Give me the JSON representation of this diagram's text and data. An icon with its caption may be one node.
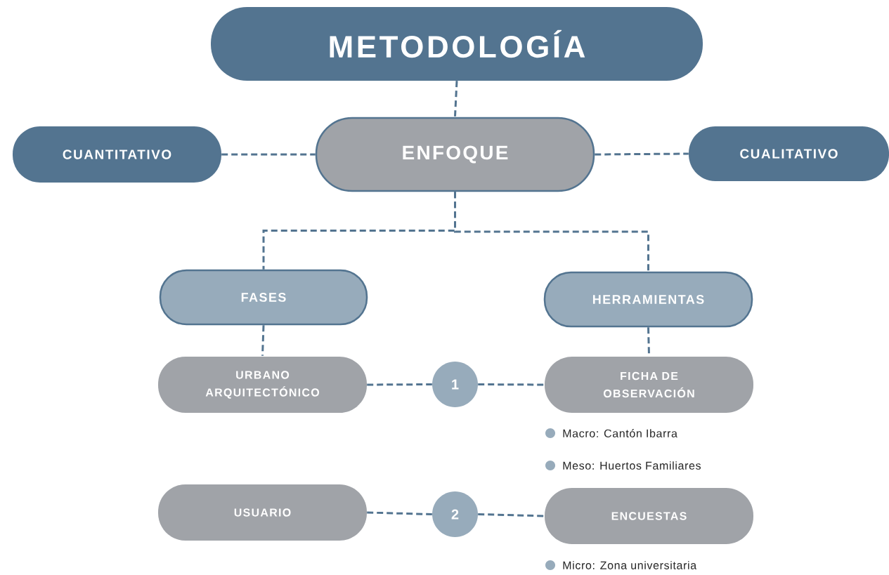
{
  "diagram": {
    "nodes": [
      {
        "text": [
          "METODOLOGÍA"
        ]
      },
      {
        "text": [
          "CUANTITATIVO"
        ]
      },
      {
        "text": [
          "ENFOQUE"
        ]
      },
      {
        "text": [
          "CUALITATIVO"
        ]
      },
      {
        "text": [
          "FASES"
        ]
      },
      {
        "text": [
          "HERRAMIENTAS"
        ]
      },
      {
        "text": [
          "URBANO ARQUITECTÓNICO"
        ]
      },
      {
        "text": [
          "1"
        ]
      },
      {
        "text": [
          "FICHA DE OBSERVACIÓN"
        ],
        "beside": [
          "Macro: Cantón Ibarra",
          "Meso: Huertos Familiares"
        ]
      },
      {
        "text": [
          "USUARIO"
        ]
      },
      {
        "text": [
          "2"
        ]
      },
      {
        "text": [
          "ENCUESTAS"
        ],
        "beside": [
          "Micro: Zona universitaria"
        ]
      }
    ],
    "edges": [
      {
        "from": 0,
        "to": 2,
        "arrow": "none",
        "style": "dashed"
      },
      {
        "from": 1,
        "to": 2,
        "arrow": "none",
        "style": "dashed"
      },
      {
        "from": 2,
        "to": 3,
        "arrow": "none",
        "style": "dashed"
      },
      {
        "from": 2,
        "to": 4,
        "arrow": "none",
        "style": "dashed"
      },
      {
        "from": 2,
        "to": 5,
        "arrow": "none",
        "style": "dashed"
      },
      {
        "from": 4,
        "to": 6,
        "arrow": "none",
        "style": "dashed"
      },
      {
        "from": 5,
        "to": 8,
        "arrow": "none",
        "style": "dashed"
      },
      {
        "from": 6,
        "to": 7,
        "arrow": "none",
        "style": "dashed"
      },
      {
        "from": 7,
        "to": 8,
        "arrow": "none",
        "style": "dashed"
      },
      {
        "from": 9,
        "to": 10,
        "arrow": "none",
        "style": "dashed"
      },
      {
        "from": 10,
        "to": 11,
        "arrow": "none",
        "style": "dashed"
      }
    ]
  }
}
